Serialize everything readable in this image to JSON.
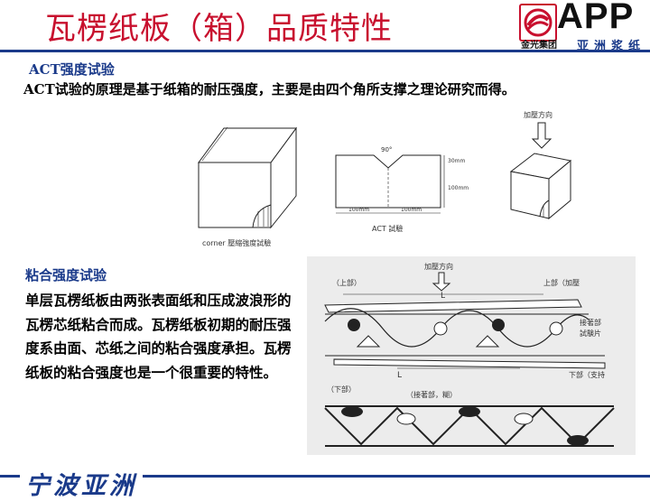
{
  "slide": {
    "title": "瓦楞纸板（箱）品质特性",
    "footer": "宁波亚洲"
  },
  "logo": {
    "brand": "APP",
    "sub_left": "金光集团",
    "sub_right": "亚洲浆纸"
  },
  "section_act": {
    "heading": "ACT强度试验",
    "body": "ACT试验的原理是基于纸箱的耐压强度，主要是由四个角所支撑之理论研究而得。",
    "figure": {
      "caption_corner": "corner 壓縮強度試驗",
      "caption_act": "ACT 試驗",
      "angle": "90°",
      "dim_top": "30mm",
      "dim_side": "100mm",
      "dim_bottom_left": "100mm",
      "dim_bottom_right": "100mm",
      "load_label": "加壓方向"
    }
  },
  "section_bond": {
    "heading": "粘合强度试验",
    "body": "单层瓦楞纸板由两张表面纸和压成波浪形的瓦楞芯纸粘合而成。瓦楞纸板初期的耐压强度系由面、芯纸之间的粘合强度承担。瓦楞纸板的粘合强度也是一个很重要的特性。",
    "figure": {
      "load_label": "加壓方向",
      "upper_label": "（上部）",
      "upper_right_label": "上部（加壓",
      "span_label": "L",
      "span_label_bottom": "L",
      "right_label_1": "接著部",
      "right_label_2": "試験片",
      "lower_right_label": "下部（支持",
      "lower_left_label": "（下部）",
      "glue_label": "（接著部，糊）"
    }
  }
}
